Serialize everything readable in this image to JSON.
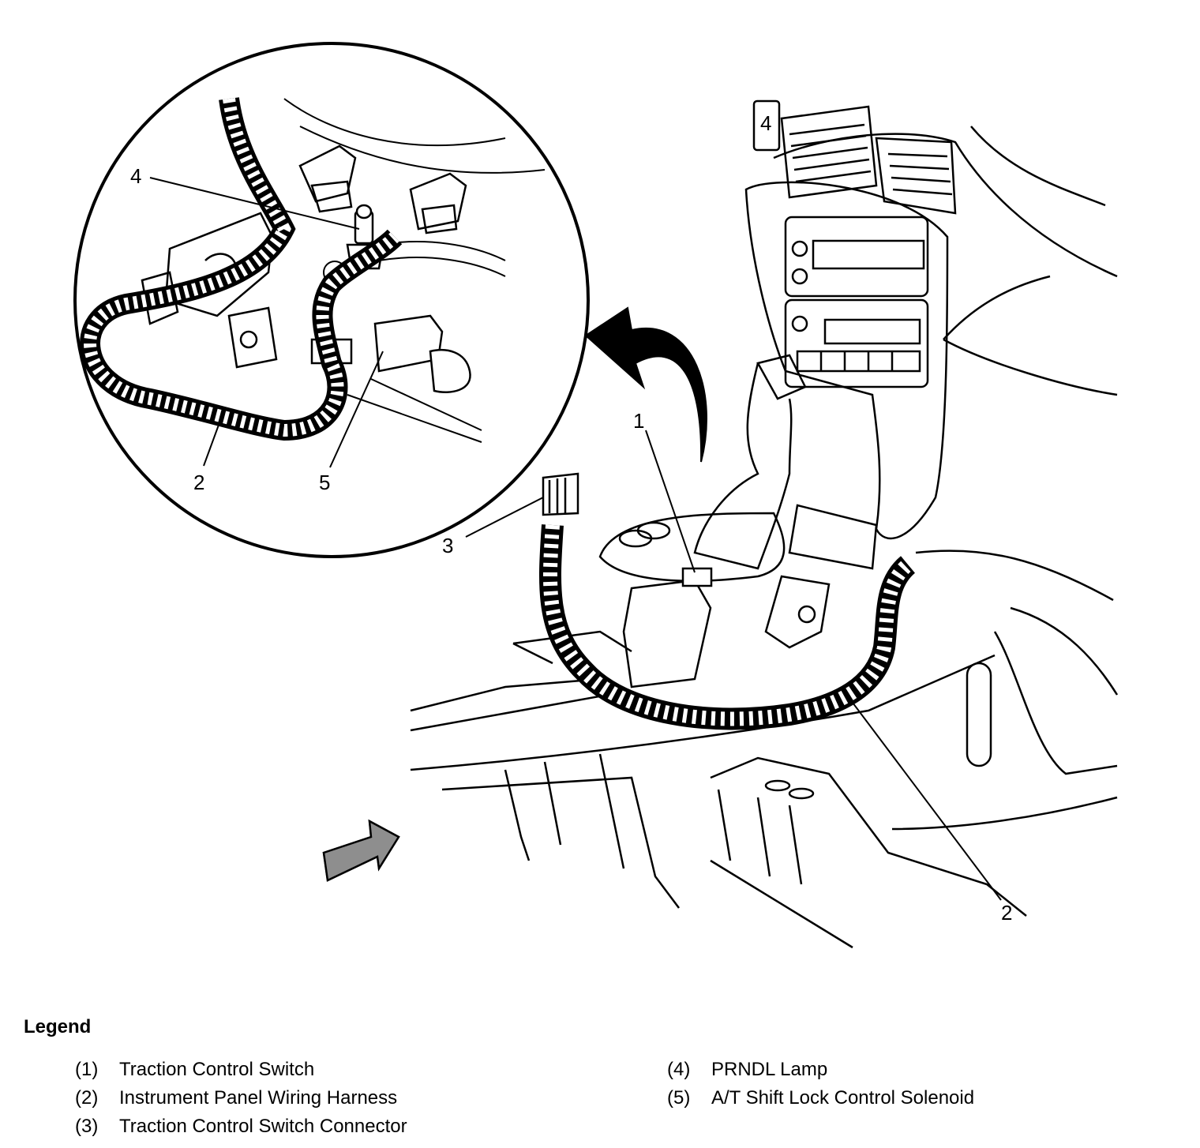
{
  "diagram": {
    "callouts": {
      "inset_4": "4",
      "inset_2": "2",
      "inset_5": "5",
      "main_1": "1",
      "main_3": "3",
      "main_2": "2"
    },
    "badge": "4"
  },
  "legend": {
    "title": "Legend",
    "items": [
      {
        "num": "(1)",
        "label": "Traction Control Switch"
      },
      {
        "num": "(2)",
        "label": "Instrument Panel Wiring Harness"
      },
      {
        "num": "(3)",
        "label": "Traction Control Switch Connector"
      },
      {
        "num": "(4)",
        "label": "PRNDL Lamp"
      },
      {
        "num": "(5)",
        "label": "A/T Shift Lock Control Solenoid"
      }
    ]
  }
}
